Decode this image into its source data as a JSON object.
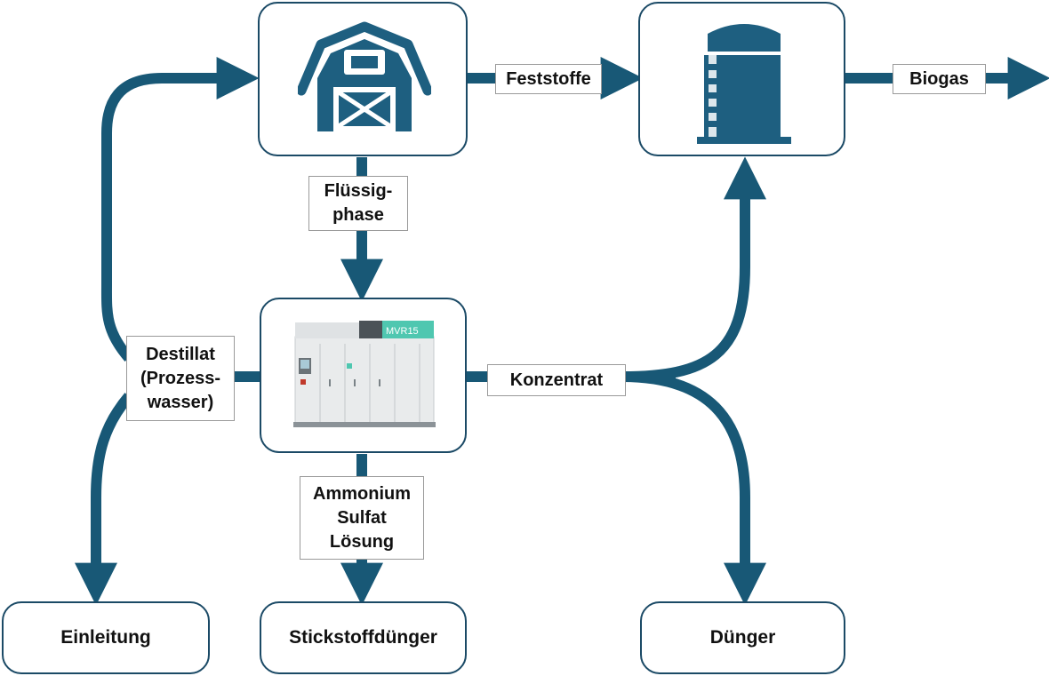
{
  "colors": {
    "flow": "#185876",
    "icon": "#1e5f80",
    "node_border": "#1b4a66",
    "accent": "#4fc7b0"
  },
  "icons": {
    "barn": "barn-icon",
    "silo": "biogas-silo-icon",
    "machine": "mvr-evaporator-icon"
  },
  "machine": {
    "badge": "MVR15"
  },
  "labels": {
    "feststoffe": "Feststoffe",
    "biogas": "Biogas",
    "fluessig": [
      "Flüssig-",
      "phase"
    ],
    "destillat": [
      "Destillat",
      "(Prozess-",
      "wasser)"
    ],
    "konzentrat": "Konzentrat",
    "ammonium": [
      "Ammonium",
      "Sulfat",
      "Lösung"
    ]
  },
  "outputs": {
    "einleitung": "Einleitung",
    "stickstoff": "Stickstoffdünger",
    "duenger": "Dünger"
  }
}
